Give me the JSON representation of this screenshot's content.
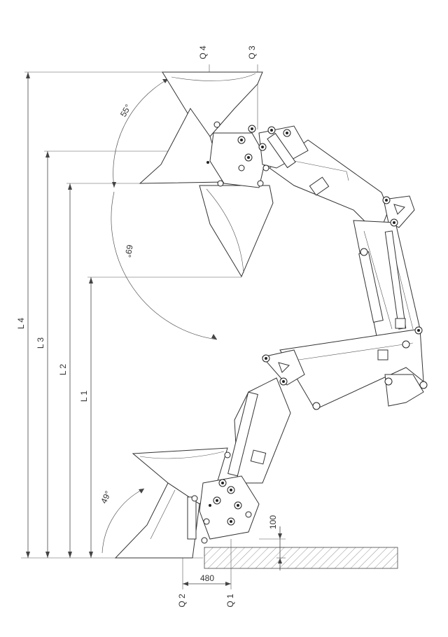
{
  "labels": {
    "l1": "L 1",
    "l2": "L 2",
    "l3": "L 3",
    "l4": "L 4",
    "q1": "Q 1",
    "q2": "Q 2",
    "q3": "Q 3",
    "q4": "Q 4"
  },
  "dimensions": {
    "reach": "480",
    "dig_depth": "100"
  },
  "angles": {
    "ground_dump": "49°",
    "top_rollback": "55°",
    "top_dump": "69°"
  }
}
